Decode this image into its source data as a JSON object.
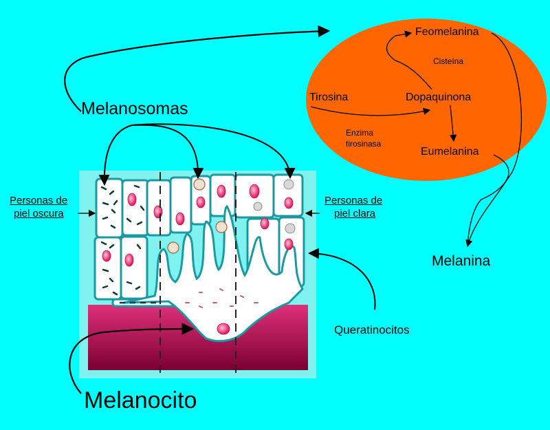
{
  "labels": {
    "melanosomas": "Melanosomas",
    "melanocito": "Melanocito",
    "queratinocitos": "Queratinocitos",
    "melanina": "Melanina",
    "piel_oscura_1": "Personas de",
    "piel_oscura_2": "piel oscura",
    "piel_clara_1": "Personas de",
    "piel_clara_2": "piel clara"
  },
  "pathway": {
    "tirosina": "Tirosina",
    "dopaquinona": "Dopaquinona",
    "feomelanina": "Feomelanina",
    "eumelanina": "Eumelanina",
    "cisteina": "Cisteína",
    "enzima_1": "Enzima",
    "enzima_2": "tirosinasa"
  },
  "colors": {
    "background": "#00ffff",
    "oval": "#ff6600",
    "skin_base": "#c0105a",
    "cell_border": "#1a9aa0",
    "nucleus": "#e8206a",
    "panel": "#7ff2f0"
  }
}
